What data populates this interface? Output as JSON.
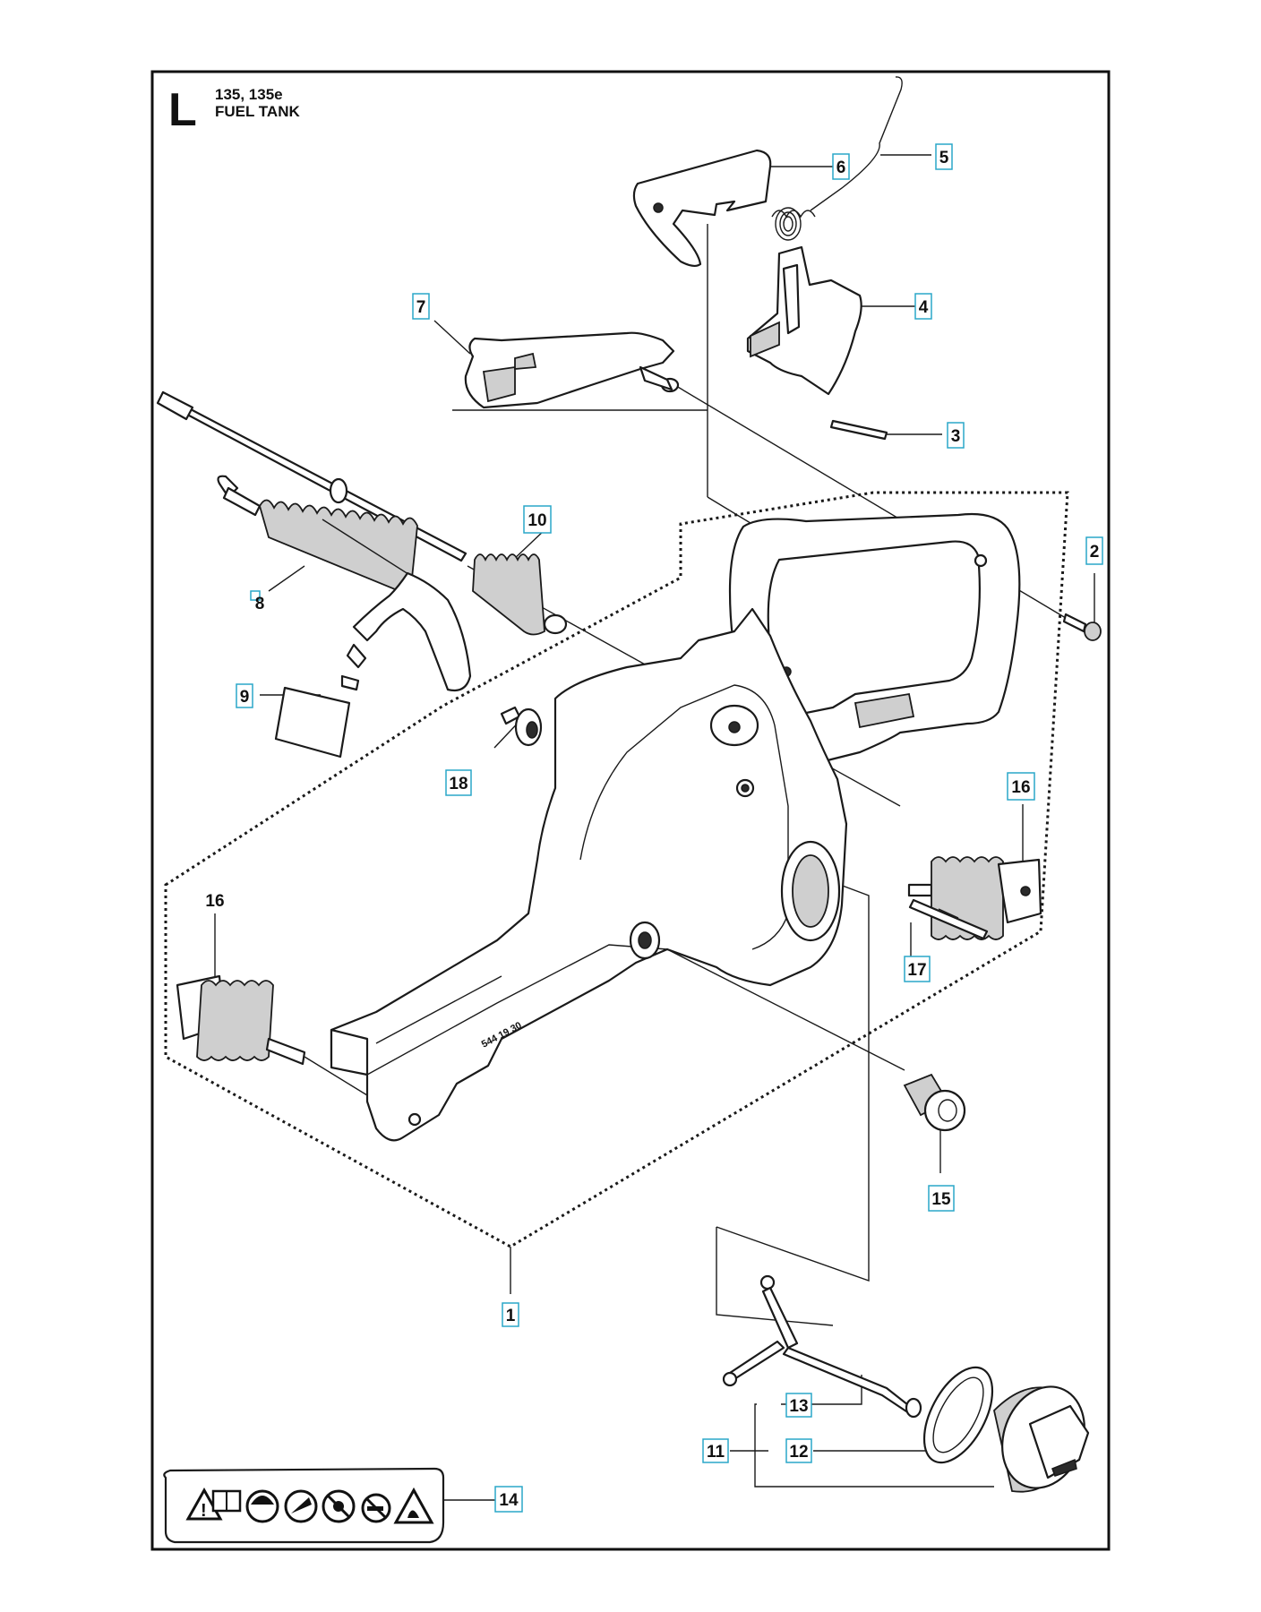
{
  "header": {
    "letter": "L",
    "models": "135, 135e",
    "title": "FUEL TANK"
  },
  "callouts": {
    "c1": "1",
    "c2": "2",
    "c3": "3",
    "c4": "4",
    "c5": "5",
    "c6": "6",
    "c7": "7",
    "c8": "8",
    "c9": "9",
    "c10": "10",
    "c11": "11",
    "c12": "12",
    "c13": "13",
    "c14": "14",
    "c15": "15",
    "c16a": "16",
    "c16b": "16",
    "c17": "17",
    "c18": "18"
  },
  "stamp_text": "544 19 30",
  "warning_icons": [
    "warning-triangle-icon",
    "manual-book-icon",
    "helmet-protection-icon",
    "kickback-icon",
    "no-one-hand-icon",
    "no-smoking-icon",
    "fire-hazard-icon"
  ]
}
